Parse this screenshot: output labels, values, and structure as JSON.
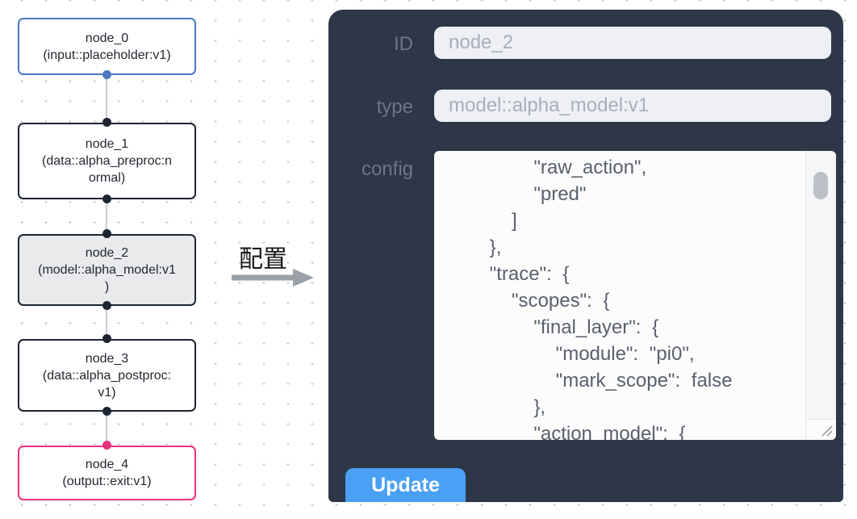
{
  "canvas": {
    "nodes": [
      {
        "id": "node_0",
        "type": "input::placeholder:v1",
        "label": "node_0\n(input::placeholder:v1)"
      },
      {
        "id": "node_1",
        "type": "data::alpha_preproc:normal",
        "label": "node_1\n(data::alpha_preproc:n\normal)"
      },
      {
        "id": "node_2",
        "type": "model::alpha_model:v1",
        "label": "node_2\n(model::alpha_model:v1\n)",
        "selected": true
      },
      {
        "id": "node_3",
        "type": "data::alpha_postproc:v1",
        "label": "node_3\n(data::alpha_postproc:\nv1)"
      },
      {
        "id": "node_4",
        "type": "output::exit:v1",
        "label": "node_4\n(output::exit:v1)"
      }
    ]
  },
  "transition": {
    "label": "配置"
  },
  "panel": {
    "fields": [
      {
        "label": "ID",
        "value": "node_2"
      },
      {
        "label": "type",
        "value": "model::alpha_model:v1"
      }
    ],
    "config_label": "config",
    "config_text": "        \"raw_action\",\n        \"pred\"\n      ]\n    },\n    \"trace\": {\n      \"scopes\": {\n        \"final_layer\": {\n          \"module\": \"pi0\",\n          \"mark_scope\": false\n        },\n        \"action_model\": {",
    "update_label": "Update"
  },
  "colors": {
    "node-border": "#1d2533",
    "node-input-border": "#4a78c4",
    "node-output-border": "#e8327c",
    "node-selected-bg": "#e9eaec",
    "panel-bg": "#2d3747",
    "panel-label": "#6d7685",
    "input-bg": "#eef0f5",
    "input-text": "#a6aebb",
    "button-bg": "#4aa0f5",
    "button-text": "#ffffff",
    "config-text": "#5a616c",
    "edge": "#c9ccd1",
    "arrow": "#9aa0a8",
    "dot": "#c4c7cc"
  }
}
